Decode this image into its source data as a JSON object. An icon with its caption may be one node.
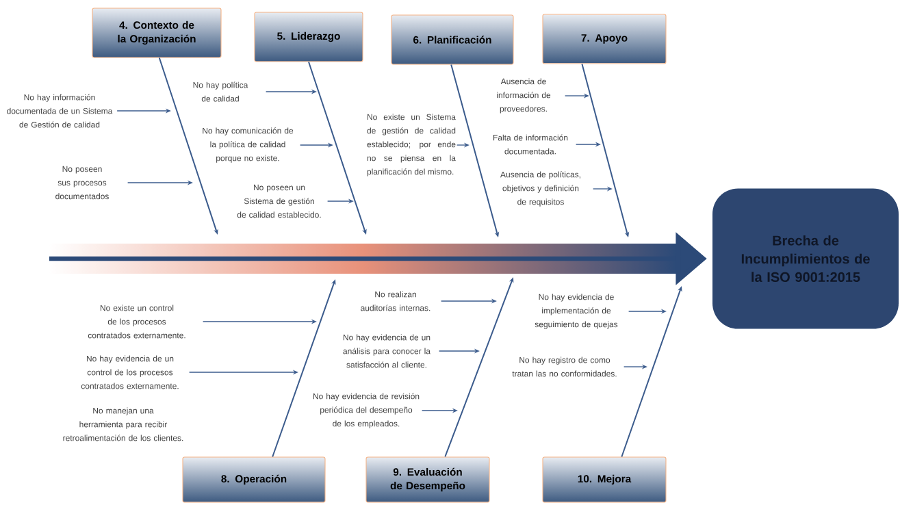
{
  "diagram": {
    "nodes": [
      {
        "text": [
          "4. Contexto de la Organización"
        ]
      },
      {
        "text": [
          "5. Liderazgo"
        ]
      },
      {
        "text": [
          "6. Planificación"
        ]
      },
      {
        "text": [
          "7. Apoyo"
        ]
      },
      {
        "text": [
          "No hay información documentada de un Sistema de Gestión de calidad"
        ]
      },
      {
        "text": [
          "No poseen sus procesos documentados"
        ]
      },
      {
        "text": [
          "No hay política de calidad"
        ]
      },
      {
        "text": [
          "No hay comunicación de la política de calidad porque no existe."
        ]
      },
      {
        "text": [
          "No poseen un Sistema de gestión de calidad establecido."
        ]
      },
      {
        "text": [
          "No existe un Sistema de gestión de calidad establecido; por ende no se piensa en la planificación del mismo."
        ]
      },
      {
        "text": [
          "Ausencia de información de proveedores."
        ]
      },
      {
        "text": [
          "Falta de información documentada."
        ]
      },
      {
        "text": [
          "Ausencia de políticas, objetivos y definición de requisitos"
        ]
      },
      {
        "text": [
          "Brecha de Incumplimientos de la ISO 9001:2015"
        ]
      },
      {
        "text": [
          "No existe un control de los procesos contratados externamente."
        ]
      },
      {
        "text": [
          "No hay evidencia de un control de los procesos contratados externamente."
        ]
      },
      {
        "text": [
          "No realizan auditorías internas."
        ]
      },
      {
        "text": [
          "No hay evidencia de un análisis para conocer la satisfacción al cliente."
        ]
      },
      {
        "text": [
          "No hay evidencia de revisión periódica del desempeño de los empleados."
        ]
      },
      {
        "text": [
          "No hay evidencia de implementación de seguimiento de quejas"
        ]
      },
      {
        "text": [
          "No hay registro de como tratan las no conformidades."
        ]
      },
      {
        "text": [
          "8. Operación"
        ]
      },
      {
        "text": [
          "9. Evaluación de Desempeño"
        ]
      },
      {
        "text": [
          "10. Mejora"
        ]
      }
    ],
    "edges": [
      {
        "from": null,
        "to": 13,
        "arrow": "to",
        "style": "thick"
      },
      {
        "from": 0,
        "to": null,
        "arrow": "to"
      },
      {
        "from": 1,
        "to": null,
        "arrow": "to"
      },
      {
        "from": 2,
        "to": null,
        "arrow": "to"
      },
      {
        "from": 3,
        "to": null,
        "arrow": "to"
      },
      {
        "from": 21,
        "to": null,
        "arrow": "to"
      },
      {
        "from": 22,
        "to": null,
        "arrow": "to"
      },
      {
        "from": 23,
        "to": null,
        "arrow": "to"
      },
      {
        "from": 4,
        "to": null,
        "arrow": "to"
      },
      {
        "from": 5,
        "to": null,
        "arrow": "to"
      },
      {
        "from": 6,
        "to": null,
        "arrow": "to"
      },
      {
        "from": 7,
        "to": null,
        "arrow": "to"
      },
      {
        "from": 8,
        "to": null,
        "arrow": "to"
      },
      {
        "from": 9,
        "to": null,
        "arrow": "to"
      },
      {
        "from": 10,
        "to": null,
        "arrow": "to"
      },
      {
        "from": 11,
        "to": null,
        "arrow": "to"
      },
      {
        "from": 12,
        "to": null,
        "arrow": "to"
      },
      {
        "from": 14,
        "to": null,
        "arrow": "to"
      },
      {
        "from": 15,
        "to": null,
        "arrow": "to"
      },
      {
        "from": 16,
        "to": null,
        "arrow": "to"
      },
      {
        "from": 17,
        "to": null,
        "arrow": "to"
      },
      {
        "from": 18,
        "to": null,
        "arrow": "to"
      },
      {
        "from": 19,
        "to": null,
        "arrow": "to"
      },
      {
        "from": 20,
        "to": null,
        "arrow": "to"
      }
    ],
    "labels": [
      "No manejan una herramienta para recibir retroalimentación de los clientes."
    ]
  }
}
